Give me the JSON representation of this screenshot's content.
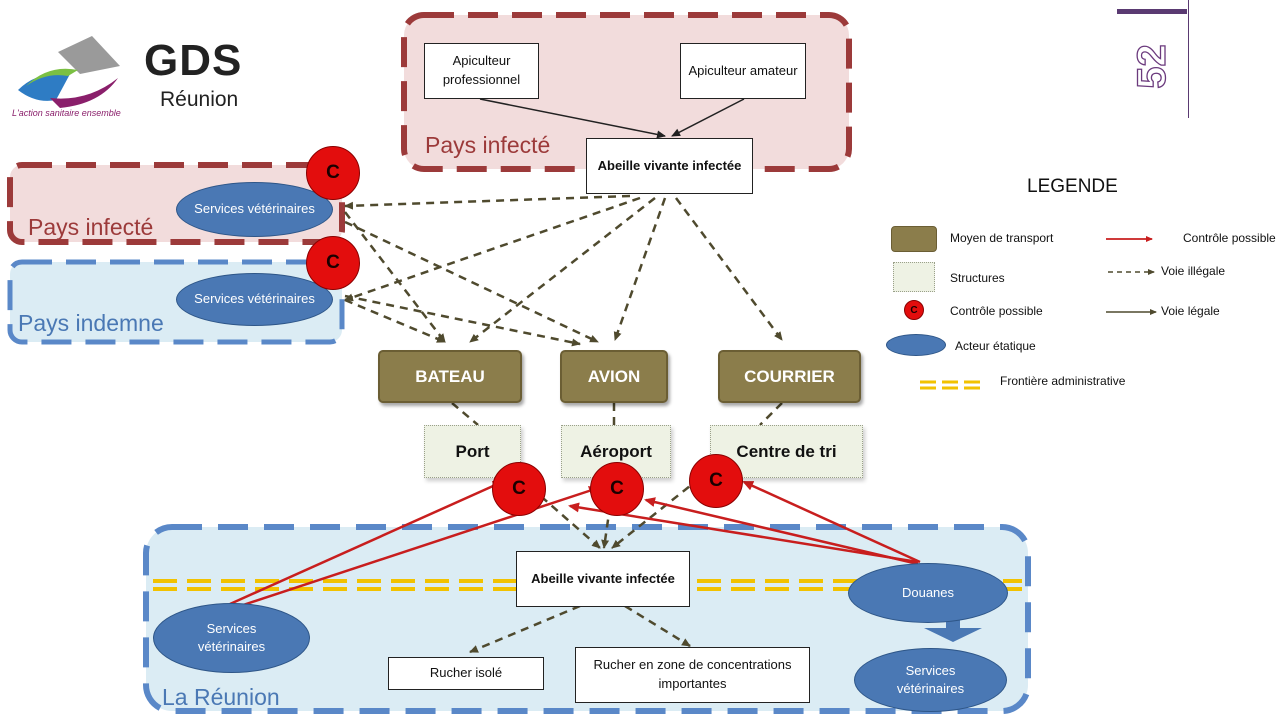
{
  "logo": {
    "word": "GDS",
    "sub": "Réunion",
    "tagline": "L'action sanitaire ensemble"
  },
  "page_number": "52",
  "regions": {
    "top_infected": "Pays infecté",
    "left_infected": "Pays infecté",
    "left_free": "Pays indemne",
    "reunion": "La Réunion"
  },
  "nodes": {
    "pro_beekeeper": "Apiculteur professionnel",
    "amateur_beekeeper": "Apiculteur amateur",
    "bee_top": "Abeille vivante infectée",
    "bee_bottom": "Abeille vivante infectée",
    "isolated_apiary": "Rucher isolé",
    "dense_apiary": "Rucher en zone de concentrations importantes"
  },
  "actors": {
    "vet_infected": "Services vétérinaires",
    "vet_free": "Services vétérinaires",
    "vet_reunion_left": "Services vétérinaires",
    "customs": "Douanes",
    "vet_reunion_right": "Services vétérinaires"
  },
  "transport": {
    "boat": "BATEAU",
    "plane": "AVION",
    "mail": "COURRIER"
  },
  "structures": {
    "port": "Port",
    "airport": "Aéroport",
    "sorting": "Centre de tri"
  },
  "control_mark": "C",
  "legend": {
    "title": "LEGENDE",
    "items": {
      "transport": "Moyen de transport",
      "structures": "Structures",
      "control": "Contrôle possible",
      "actor": "Acteur étatique",
      "control_possible": "Contrôle possible",
      "illegal": "Voie illégale",
      "legal": "Voie légale",
      "border": "Frontière administrative"
    }
  },
  "colors": {
    "transport": "#8b7d4b",
    "structure": "#eef2e4",
    "actor": "#4a78b4",
    "control": "#e30d0d",
    "infected_region_fill": "#f2dcdc",
    "infected_region_border": "#9c3a3a",
    "free_region_fill": "#dbecf4",
    "free_region_border": "#5a88c8",
    "border_line": "#f2c200",
    "illegal_arrow": "#4f4a2e",
    "control_arrow": "#c81e1e"
  }
}
